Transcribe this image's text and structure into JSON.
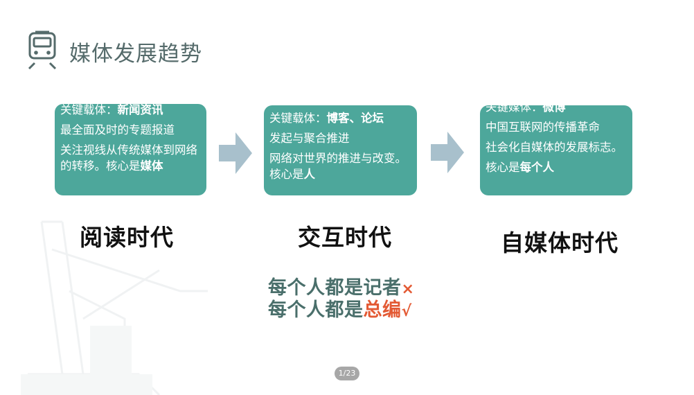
{
  "slide": {
    "title": "媒体发展趋势",
    "icon": "train-icon",
    "stages": [
      {
        "era": "阅读时代",
        "key_prefix": "关键载体：",
        "key_value": "新闻资讯",
        "line1": "最全面及时的专题报道",
        "line2_text": "关注视线从传统媒体到网络的转移。核心是",
        "line2_bold": "媒体"
      },
      {
        "era": "交互时代",
        "key_prefix": "关键载体：",
        "key_value": "博客、论坛",
        "line1": "发起与聚合推进",
        "line2_text": "网络对世界的推进与改变。核心是",
        "line2_bold": "人"
      },
      {
        "era": "自媒体时代",
        "key_prefix": "关键媒体：",
        "key_value": "微博",
        "line1": "中国互联网的传播革命",
        "line2_text": "社会化自媒体的发展标志。",
        "line3_text": "核心是",
        "line3_bold": "每个人"
      }
    ],
    "note": {
      "line1_text": "每个人都是记者",
      "line1_mark": "×",
      "line2_text": "每个人都是",
      "line2_highlight": "总编",
      "line2_mark": "√"
    },
    "pager": "1/23"
  },
  "colors": {
    "card": "#4da79b",
    "arrow": "#a8c0cc",
    "title": "#556b6b",
    "highlight": "#e35a34"
  }
}
